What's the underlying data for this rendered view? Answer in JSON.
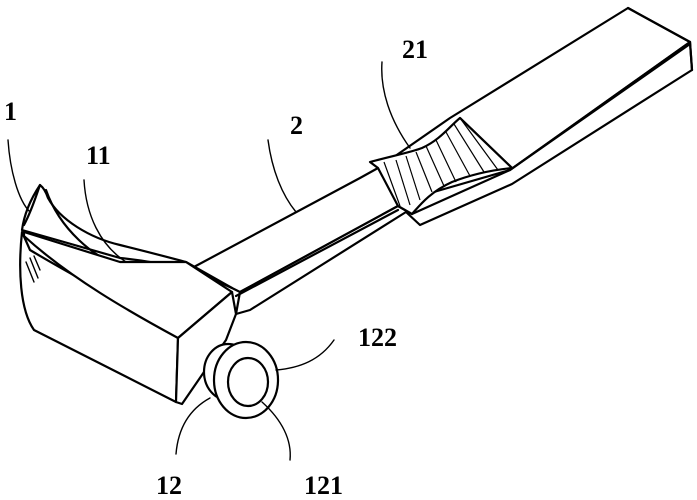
{
  "labels": {
    "part_1": "1",
    "part_11": "11",
    "part_2": "2",
    "part_21": "21",
    "part_122": "122",
    "part_12": "12",
    "part_121": "121"
  },
  "colors": {
    "line": "#000000",
    "background": "#ffffff"
  }
}
